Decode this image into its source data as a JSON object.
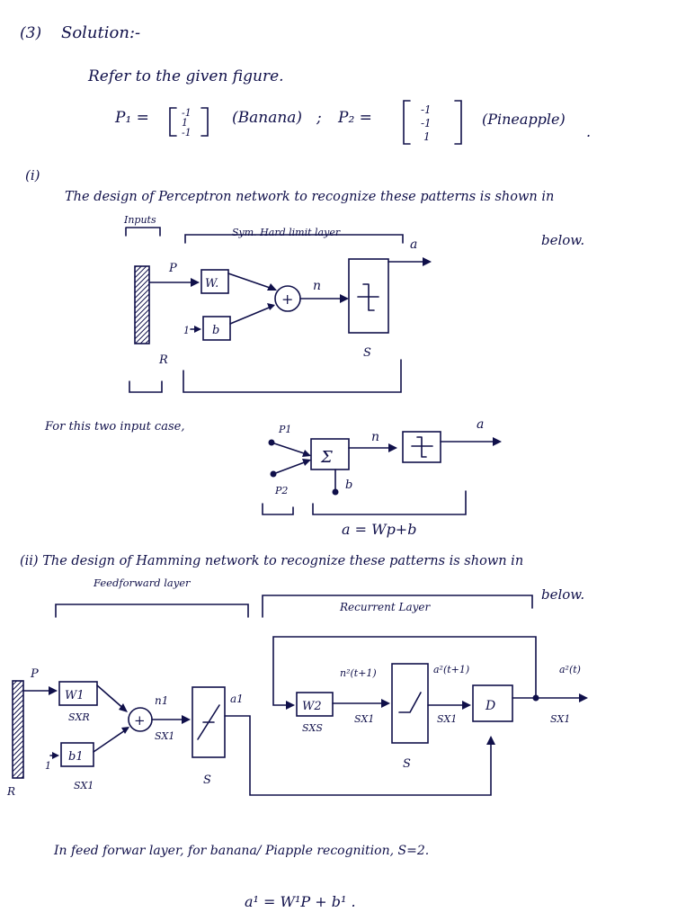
{
  "header": {
    "number": "(3)",
    "solution": "Solution:-",
    "refer": "Refer to the given figure.",
    "p1_label": "P₁ =",
    "p1_vector": [
      "-1",
      "1",
      "-1"
    ],
    "p1_name": "(Banana)",
    "sep": ";",
    "p2_label": "P₂ =",
    "p2_vector": [
      "-1",
      "-1",
      "1"
    ],
    "p2_name": "(Pineapple)",
    "period": "."
  },
  "part1": {
    "marker": "(i)",
    "text": "The design of Perceptron network to recognize these patterns is shown in",
    "below": "below.",
    "inputs_label": "Inputs",
    "layer_label": "Sym. Hard limit layer",
    "p": "P",
    "w": "W.",
    "b": "b",
    "plus": "+",
    "n": "n",
    "a": "a",
    "r": "R",
    "s": "S",
    "one": "1",
    "two_input_text": "For this two input case,",
    "p1": "P1",
    "p2": "P2",
    "sigma": "Σ",
    "n2": "n",
    "a2": "a",
    "b2": "b",
    "eq": "a = Wp+b"
  },
  "part2": {
    "text": "(ii) The design of Hamming network to recognize these patterns is shown in",
    "feedforward": "Feedforward layer",
    "recurrent": "Recurrent Layer",
    "below": "below.",
    "p": "P",
    "w1": "W1",
    "sxr": "SXR",
    "b1": "b1",
    "sx1_b": "SX1",
    "r": "R",
    "one": "1",
    "plus": "+",
    "n1": "n1",
    "sx1_n": "SX1",
    "a1": "a1",
    "s1": "S",
    "w2": "W2",
    "sxs": "SXS",
    "n2": "n²(t+1)",
    "sx1_n2": "SX1",
    "a2t1": "a²(t+1)",
    "sx1_a2": "SX1",
    "d": "D",
    "a2t": "a²(t)",
    "sx1_out": "SX1",
    "s2": "S"
  },
  "footer": {
    "line1": "In feed forwar layer, for banana/ Piapple recognition, S=2.",
    "eq": "a¹ = W¹P + b¹ ."
  }
}
